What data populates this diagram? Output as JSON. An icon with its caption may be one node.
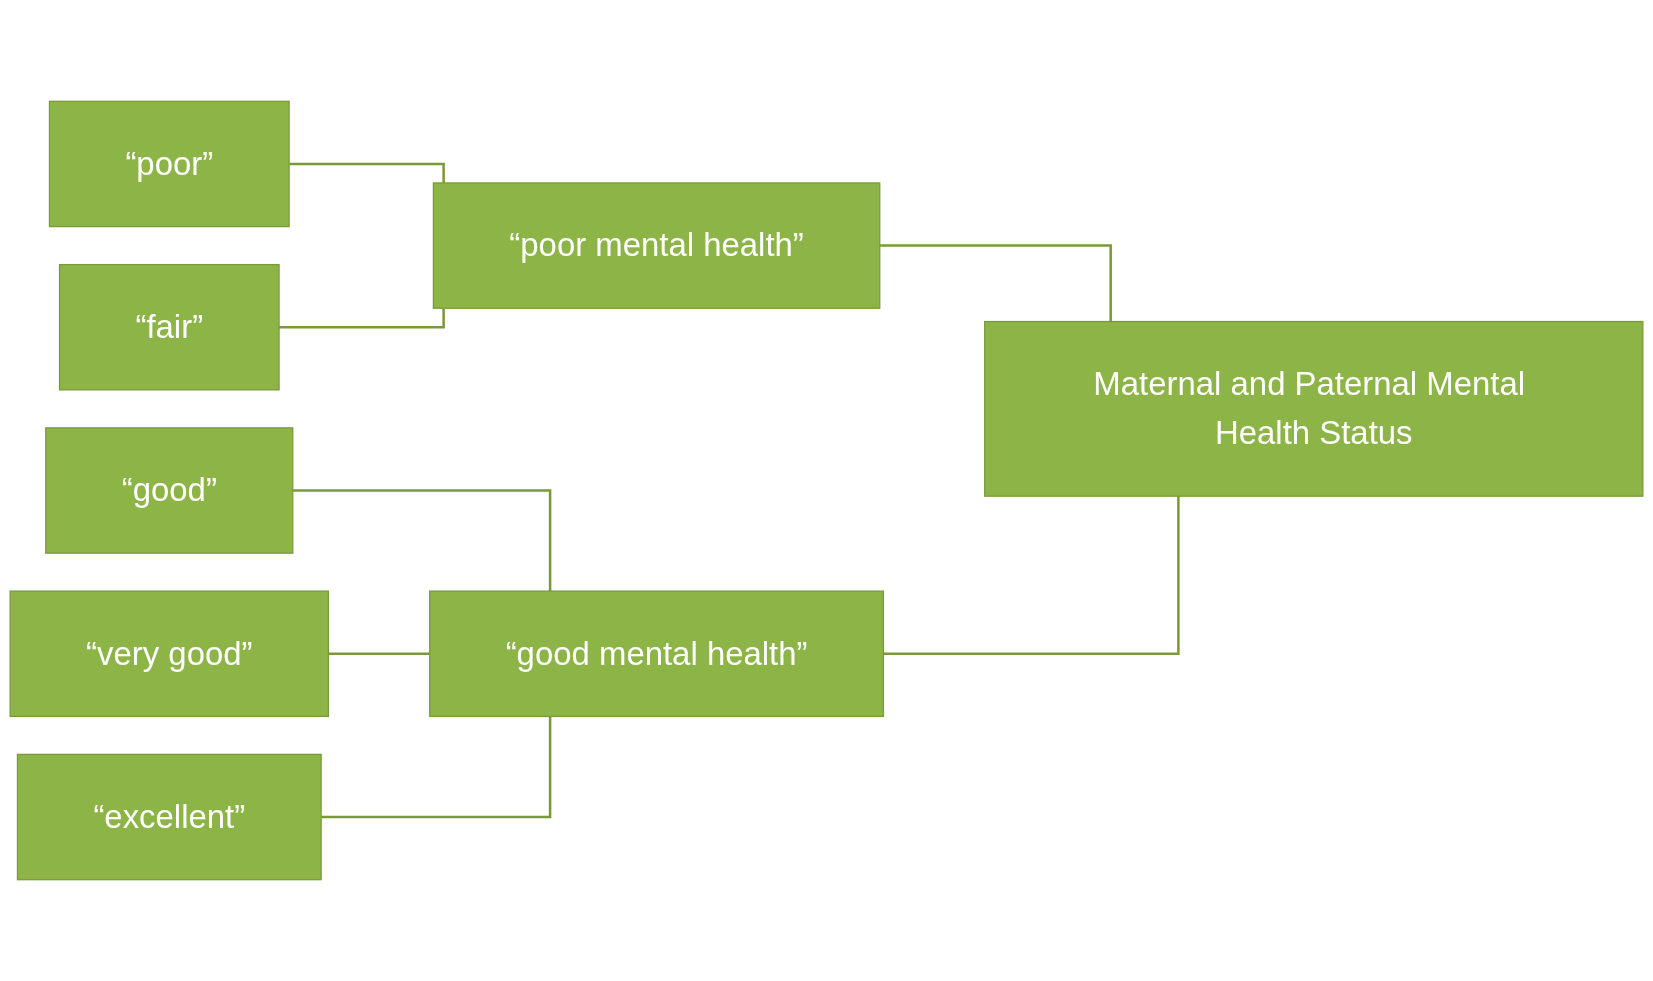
{
  "diagram": {
    "nodes": [
      {
        "text": [
          "“poor”"
        ]
      },
      {
        "text": [
          "“fair”"
        ]
      },
      {
        "text": [
          "“good”"
        ]
      },
      {
        "text": [
          "“very good”"
        ]
      },
      {
        "text": [
          "“excellent”"
        ]
      },
      {
        "text": [
          "“poor mental health”"
        ]
      },
      {
        "text": [
          "“good mental health”"
        ]
      },
      {
        "text": [
          "Maternal and Paternal Mental Health Status"
        ]
      }
    ],
    "edges": [
      {
        "from": 0,
        "to": 5,
        "arrow": "none"
      },
      {
        "from": 1,
        "to": 5,
        "arrow": "none"
      },
      {
        "from": 2,
        "to": 6,
        "arrow": "none"
      },
      {
        "from": 3,
        "to": 6,
        "arrow": "none"
      },
      {
        "from": 4,
        "to": 6,
        "arrow": "none"
      },
      {
        "from": 5,
        "to": 7,
        "arrow": "none"
      },
      {
        "from": 6,
        "to": 7,
        "arrow": "none"
      }
    ]
  }
}
